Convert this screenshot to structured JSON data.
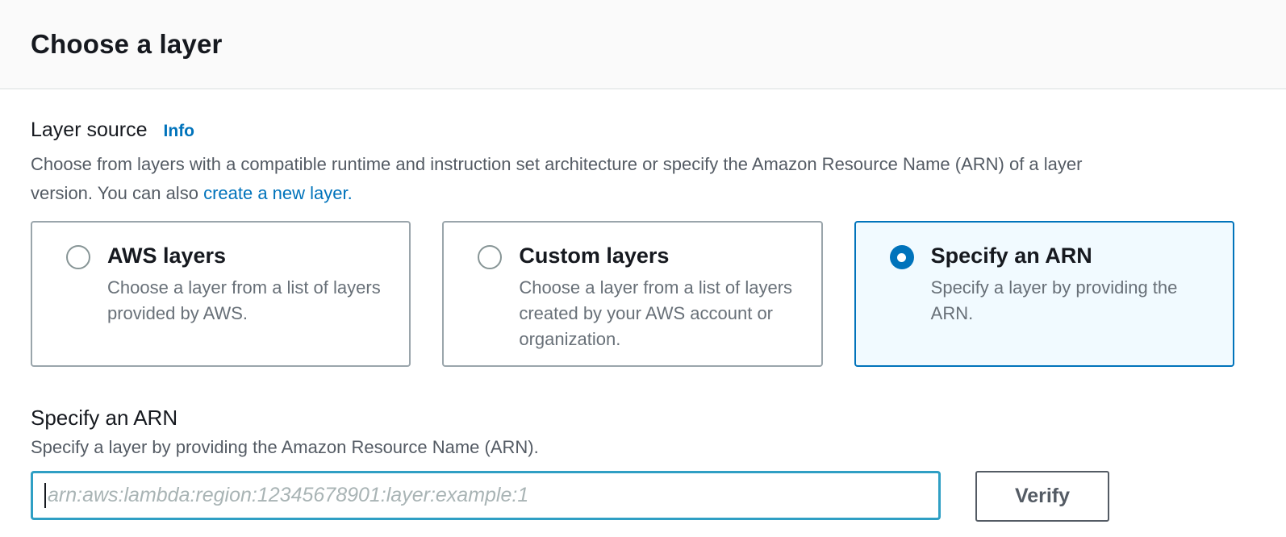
{
  "header": {
    "title": "Choose a layer"
  },
  "layer_source": {
    "label": "Layer source",
    "info_link": "Info",
    "description_line1": "Choose from layers with a compatible runtime and instruction set architecture or specify the Amazon Resource Name (ARN) of a layer",
    "description_line2": "version. You can also",
    "create_layer_link": "create a new layer.",
    "options": [
      {
        "title": "AWS layers",
        "description": "Choose a layer from a list of layers provided by AWS.",
        "selected": false
      },
      {
        "title": "Custom layers",
        "description": "Choose a layer from a list of layers created by your AWS account or organization.",
        "selected": false
      },
      {
        "title": "Specify an ARN",
        "description": "Specify a layer by providing the ARN.",
        "selected": true
      }
    ]
  },
  "arn_section": {
    "label": "Specify an ARN",
    "description": "Specify a layer by providing the Amazon Resource Name (ARN).",
    "input_value": "",
    "input_placeholder": "arn:aws:lambda:region:12345678901:layer:example:1",
    "verify_button_label": "Verify"
  },
  "colors": {
    "link_blue": "#0073bb",
    "selected_card_border": "#0073bb",
    "selected_card_background": "#f1faff",
    "focused_input_border": "#2f9fc4",
    "heading_text": "#16191f",
    "body_text": "#545b64",
    "header_band_background": "#fafafa"
  }
}
